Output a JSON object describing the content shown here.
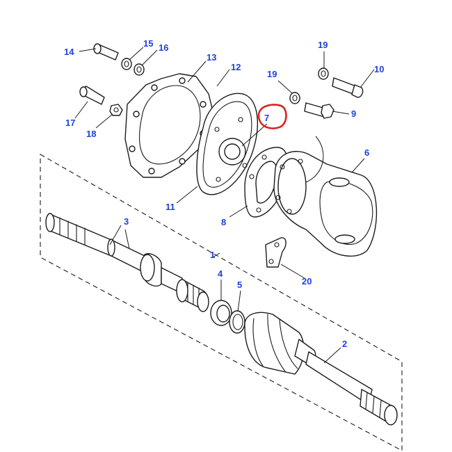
{
  "colors": {
    "callout": "#1f3fe0",
    "highlight": "#e02020",
    "line": "#1a1a1a"
  },
  "callouts": [
    {
      "id": "c1",
      "label": "1"
    },
    {
      "id": "c2",
      "label": "2"
    },
    {
      "id": "c3",
      "label": "3"
    },
    {
      "id": "c4",
      "label": "4"
    },
    {
      "id": "c5",
      "label": "5"
    },
    {
      "id": "c6",
      "label": "6"
    },
    {
      "id": "c7",
      "label": "7"
    },
    {
      "id": "c8",
      "label": "8"
    },
    {
      "id": "c9",
      "label": "9"
    },
    {
      "id": "c10",
      "label": "10"
    },
    {
      "id": "c11",
      "label": "11"
    },
    {
      "id": "c12",
      "label": "12"
    },
    {
      "id": "c13",
      "label": "13"
    },
    {
      "id": "c14",
      "label": "14"
    },
    {
      "id": "c15",
      "label": "15"
    },
    {
      "id": "c16",
      "label": "16"
    },
    {
      "id": "c17",
      "label": "17"
    },
    {
      "id": "c18",
      "label": "18"
    },
    {
      "id": "c19a",
      "label": "19"
    },
    {
      "id": "c19b",
      "label": "19"
    },
    {
      "id": "c20",
      "label": "20"
    }
  ],
  "highlighted_callout": "7"
}
